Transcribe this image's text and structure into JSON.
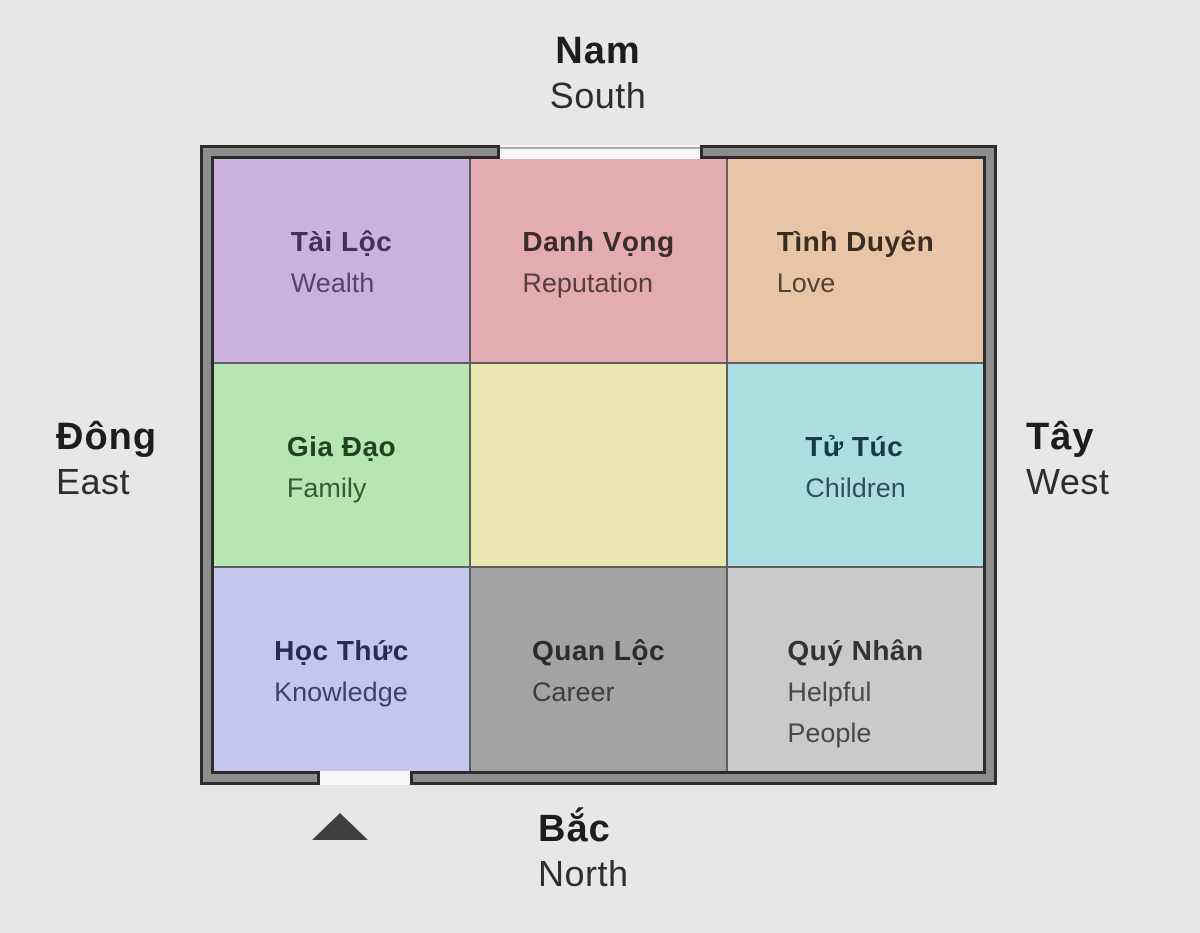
{
  "diagram": {
    "type": "feng-shui-bagua-floor-plan",
    "rows": 3,
    "cols": 3
  },
  "directions": {
    "south": {
      "native": "Nam",
      "english": "South"
    },
    "north": {
      "native": "Bắc",
      "english": "North"
    },
    "east": {
      "native": "Đông",
      "english": "East"
    },
    "west": {
      "native": "Tây",
      "english": "West"
    }
  },
  "grid": {
    "cells": [
      {
        "id": "wealth",
        "native": "Tài Lộc",
        "english": "Wealth",
        "bg": "#cdb1dd",
        "fg": "#43315a"
      },
      {
        "id": "reputation",
        "native": "Danh Vọng",
        "english": "Reputation",
        "bg": "#e4abb1",
        "fg": "#3a2b2e"
      },
      {
        "id": "love",
        "native": "Tình Duyên",
        "english": "Love",
        "bg": "#e8c5a6",
        "fg": "#3c2d22"
      },
      {
        "id": "family",
        "native": "Gia Đạo",
        "english": "Family",
        "bg": "#b7e6b2",
        "fg": "#23421f"
      },
      {
        "id": "center",
        "native": "",
        "english": "",
        "bg": "#eae8b0",
        "fg": "#333333"
      },
      {
        "id": "children",
        "native": "Tử Túc",
        "english": "Children",
        "bg": "#addfe2",
        "fg": "#173a44"
      },
      {
        "id": "knowledge",
        "native": "Học Thức",
        "english": "Knowledge",
        "bg": "#c5c6ee",
        "fg": "#272c55"
      },
      {
        "id": "career",
        "native": "Quan Lộc",
        "english": "Career",
        "bg": "#a3a3a3",
        "fg": "#2c2c2c"
      },
      {
        "id": "helpful",
        "native": "Quý Nhân",
        "english": "Helpful\nPeople",
        "bg": "#cacaca",
        "fg": "#333333"
      }
    ]
  },
  "colors": {
    "background": "#e7e7e6",
    "wall_fill": "#8d8d8d",
    "wall_edge": "#2c2c2c",
    "grid_line": "#5f5f5f",
    "door_fill": "#f7f7f7",
    "threshold_line": "#ababab",
    "arrow": "#3f3f3f",
    "direction_text": "#1d1d1d"
  }
}
